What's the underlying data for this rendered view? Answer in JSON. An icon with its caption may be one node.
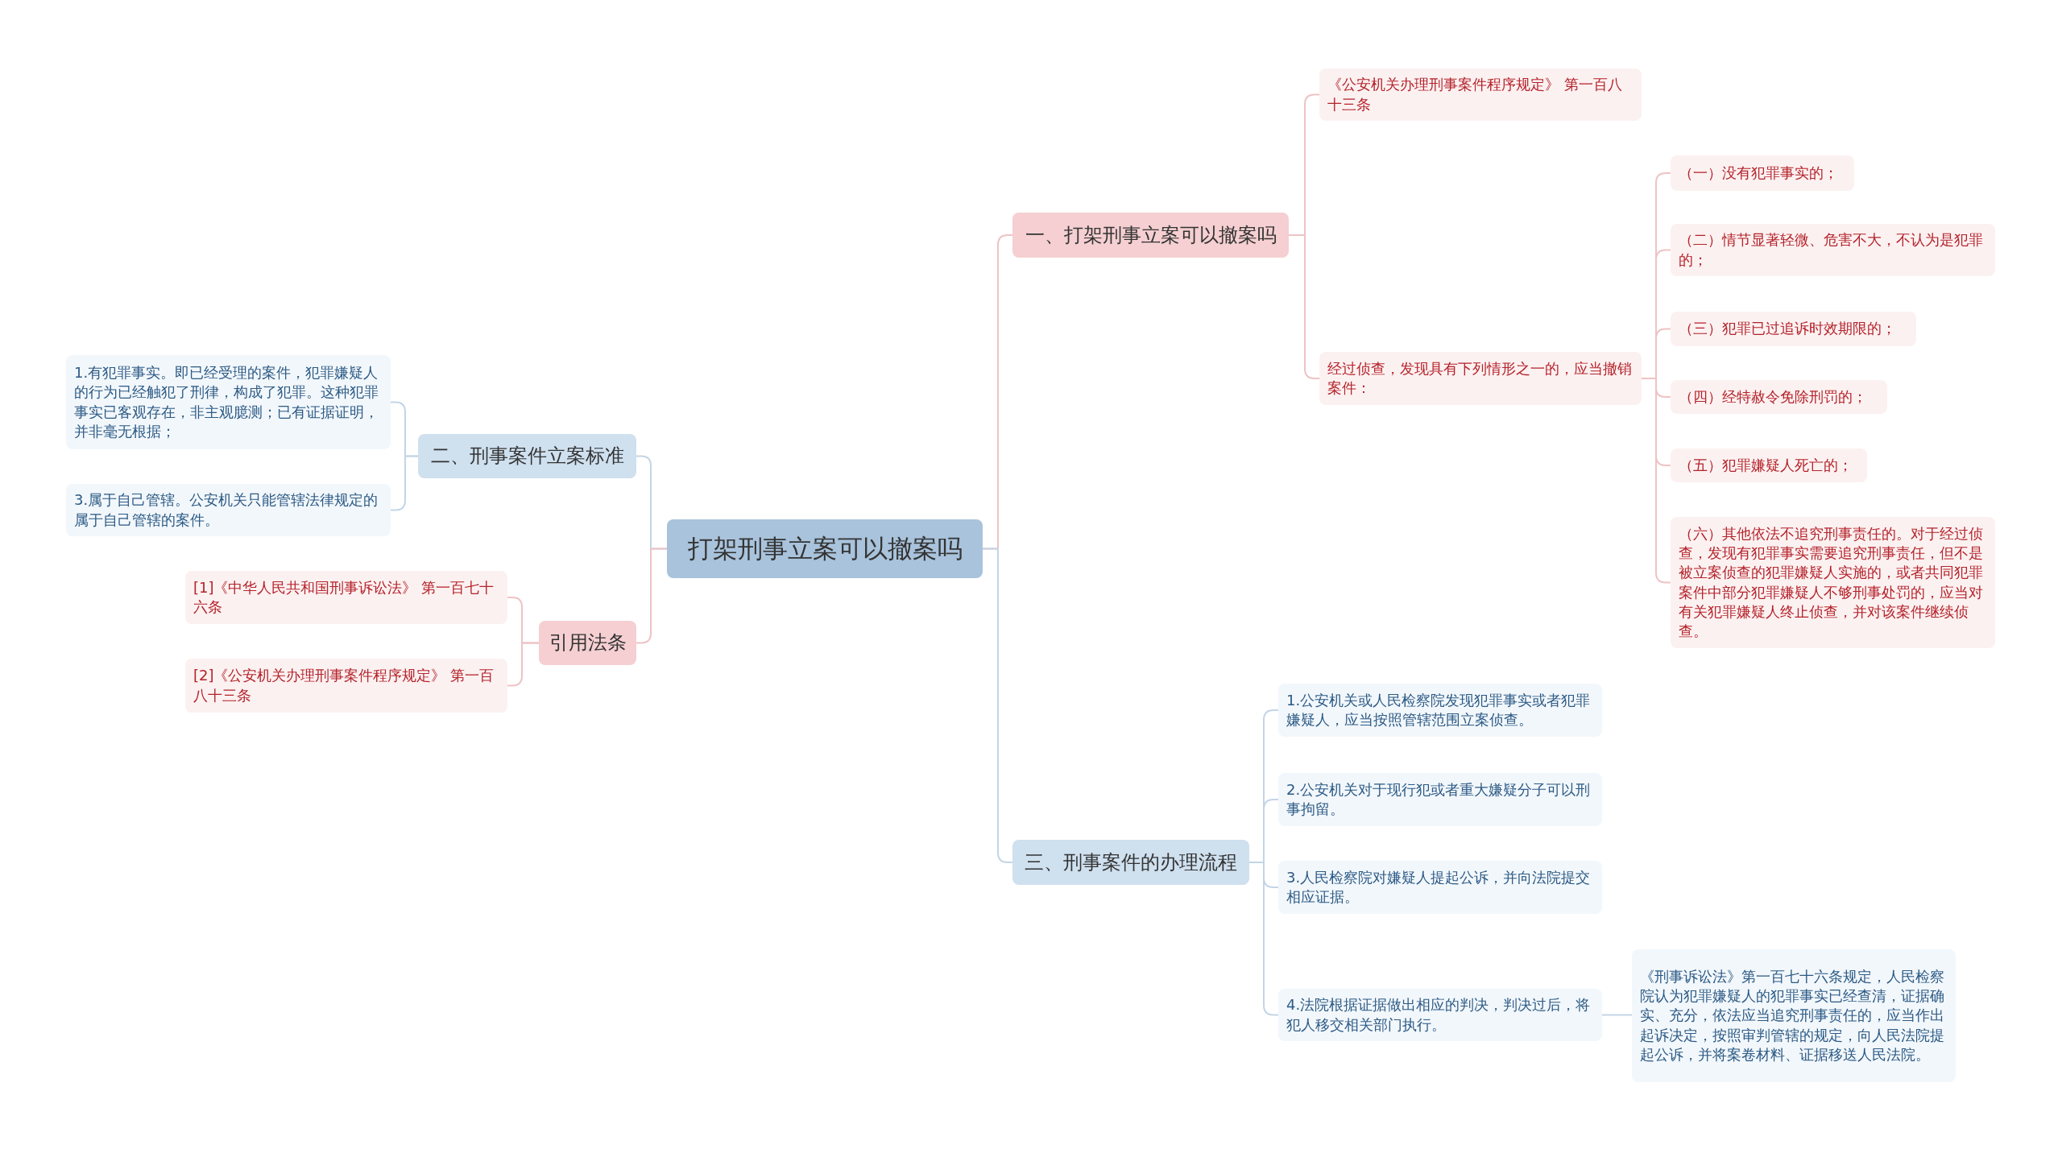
{
  "diagram": {
    "nodes": [
      {
        "text": [
          "打架刑事立案可以撤案吗"
        ]
      },
      {
        "text": [
          "一、打架刑事立案可以撤案吗"
        ]
      },
      {
        "text": [
          "《公安机关办理刑事案件程序规定》 第一百八十三条"
        ]
      },
      {
        "text": [
          "经过侦查，发现具有下列情形之一的，应当撤销案件："
        ]
      },
      {
        "text": [
          "（一）没有犯罪事实的；"
        ]
      },
      {
        "text": [
          "（二）情节显著轻微、危害不大，不认为是犯罪的；"
        ]
      },
      {
        "text": [
          "（三）犯罪已过追诉时效期限的；"
        ]
      },
      {
        "text": [
          "（四）经特赦令免除刑罚的；"
        ]
      },
      {
        "text": [
          "（五）犯罪嫌疑人死亡的；"
        ]
      },
      {
        "text": [
          "（六）其他依法不追究刑事责任的。对于经过侦查，发现有犯罪事实需要追究刑事责任，但不是被立案侦查的犯罪嫌疑人实施的，或者共同犯罪案件中部分犯罪嫌疑人不够刑事处罚的，应当对有关犯罪嫌疑人终止侦查，并对该案件继续侦查。"
        ]
      },
      {
        "text": [
          "二、刑事案件立案标准"
        ]
      },
      {
        "text": [
          "1.有犯罪事实。即已经受理的案件，犯罪嫌疑人的行为已经触犯了刑律，构成了犯罪。这种犯罪事实已客观存在，非主观臆测；已有证据证明，并非毫无根据；"
        ]
      },
      {
        "text": [
          "3.属于自己管辖。公安机关只能管辖法律规定的属于自己管辖的案件。"
        ]
      },
      {
        "text": [
          "引用法条"
        ]
      },
      {
        "text": [
          "[1]《中华人民共和国刑事诉讼法》 第一百七十六条"
        ]
      },
      {
        "text": [
          "[2]《公安机关办理刑事案件程序规定》 第一百八十三条"
        ]
      },
      {
        "text": [
          "三、刑事案件的办理流程"
        ]
      },
      {
        "text": [
          "1.公安机关或人民检察院发现犯罪事实或者犯罪嫌疑人，应当按照管辖范围立案侦查。"
        ]
      },
      {
        "text": [
          "2.公安机关对于现行犯或者重大嫌疑分子可以刑事拘留。"
        ]
      },
      {
        "text": [
          "3.人民检察院对嫌疑人提起公诉，并向法院提交相应证据。"
        ]
      },
      {
        "text": [
          "4.法院根据证据做出相应的判决，判决过后，将犯人移交相关部门执行。"
        ]
      },
      {
        "text": [
          "《刑事诉讼法》第一百七十六条规定，人民检察院认为犯罪嫌疑人的犯罪事实已经查清，证据确实、充分，依法应当追究刑事责任的，应当作出起诉决定，按照审判管辖的规定，向人民法院提起公诉，并将案卷材料、证据移送人民法院。"
        ]
      }
    ],
    "edges": [
      {
        "from": 0,
        "to": 1,
        "arrow": "none",
        "color": "#eec3c5"
      },
      {
        "from": 1,
        "to": 2,
        "arrow": "none",
        "color": "#eec3c5"
      },
      {
        "from": 1,
        "to": 3,
        "arrow": "none",
        "color": "#eec3c5"
      },
      {
        "from": 3,
        "to": 4,
        "arrow": "none",
        "color": "#eec3c5"
      },
      {
        "from": 3,
        "to": 5,
        "arrow": "none",
        "color": "#eec3c5"
      },
      {
        "from": 3,
        "to": 6,
        "arrow": "none",
        "color": "#eec3c5"
      },
      {
        "from": 3,
        "to": 7,
        "arrow": "none",
        "color": "#eec3c5"
      },
      {
        "from": 3,
        "to": 8,
        "arrow": "none",
        "color": "#eec3c5"
      },
      {
        "from": 3,
        "to": 9,
        "arrow": "none",
        "color": "#eec3c5"
      },
      {
        "from": 0,
        "to": 10,
        "arrow": "none",
        "color": "#c3d5e6"
      },
      {
        "from": 10,
        "to": 11,
        "arrow": "none",
        "color": "#c3d5e6"
      },
      {
        "from": 10,
        "to": 12,
        "arrow": "none",
        "color": "#c3d5e6"
      },
      {
        "from": 0,
        "to": 13,
        "arrow": "none",
        "color": "#eec3c5"
      },
      {
        "from": 13,
        "to": 14,
        "arrow": "none",
        "color": "#eec3c5"
      },
      {
        "from": 13,
        "to": 15,
        "arrow": "none",
        "color": "#eec3c5"
      },
      {
        "from": 0,
        "to": 16,
        "arrow": "none",
        "color": "#c3d5e6"
      },
      {
        "from": 16,
        "to": 17,
        "arrow": "none",
        "color": "#c3d5e6"
      },
      {
        "from": 16,
        "to": 18,
        "arrow": "none",
        "color": "#c3d5e6"
      },
      {
        "from": 16,
        "to": 19,
        "arrow": "none",
        "color": "#c3d5e6"
      },
      {
        "from": 16,
        "to": 20,
        "arrow": "none",
        "color": "#c3d5e6"
      },
      {
        "from": 20,
        "to": 21,
        "arrow": "none",
        "color": "#c3d5e6"
      }
    ]
  }
}
